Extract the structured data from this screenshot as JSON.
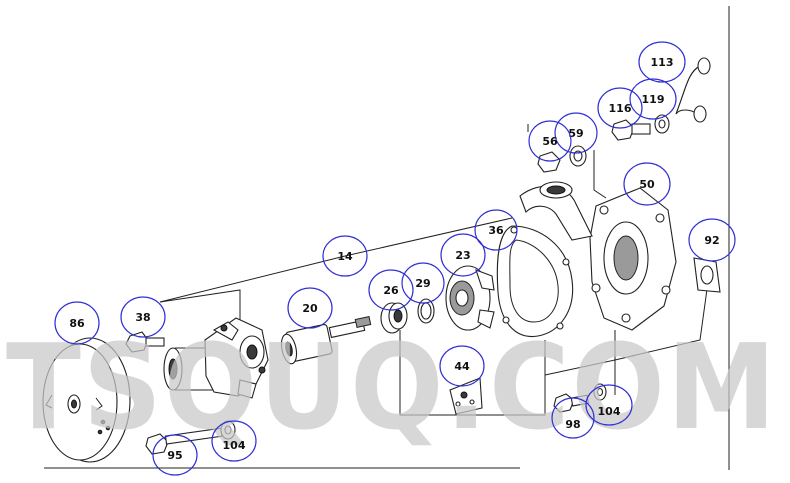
{
  "watermark": "TSQUQ.COM",
  "callouts": {
    "c113": "113",
    "c119": "119",
    "c116": "116",
    "c59": "59",
    "c56": "56",
    "c50": "50",
    "c92": "92",
    "c36": "36",
    "c23": "23",
    "c14": "14",
    "c29": "29",
    "c26": "26",
    "c20": "20",
    "c38": "38",
    "c86": "86",
    "c44": "44",
    "c95": "95",
    "c104a": "104",
    "c98": "98",
    "c104b": "104"
  },
  "colors": {
    "callout_ring": "#2f2fd6",
    "watermark": "#c9c9c9"
  }
}
